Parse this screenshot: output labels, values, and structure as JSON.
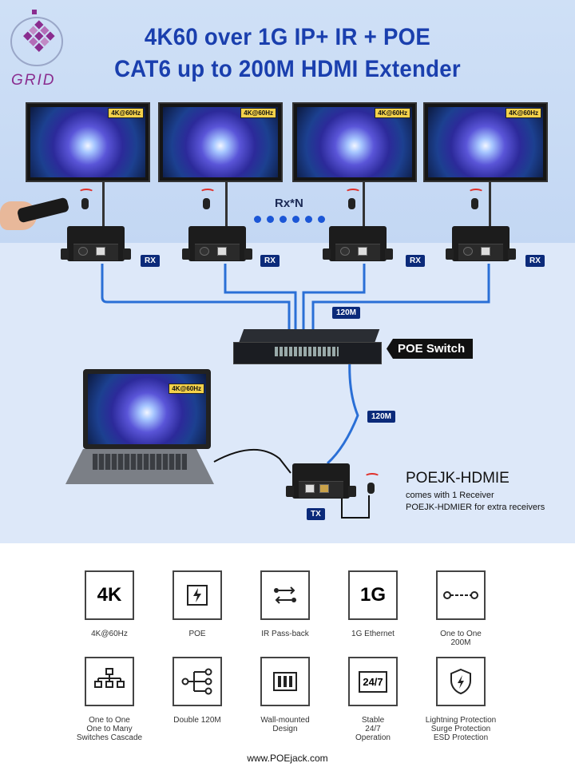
{
  "logo": {
    "text": "GRID"
  },
  "title": {
    "line1": "4K60 over 1G IP+ IR + POE",
    "line2": "CAT6 up to 200M HDMI Extender"
  },
  "screen_badge": "4K@60Hz",
  "rx_label": "Rx*N",
  "rx_tag": "RX",
  "tx_tag": "TX",
  "switch_label": "POE Switch",
  "link_labels": {
    "upper": "120M",
    "lower": "120M"
  },
  "product": {
    "name": "POEJK-HDMIE",
    "line1": "comes with 1 Receiver",
    "line2": "POEJK-HDMIER for extra receivers"
  },
  "features": [
    {
      "icon": "4k-icon",
      "icon_text": "4K",
      "label": "4K@60Hz"
    },
    {
      "icon": "poe-icon",
      "icon_text": "",
      "label": "POE"
    },
    {
      "icon": "ir-passback-icon",
      "icon_text": "",
      "label": "IR Pass-back"
    },
    {
      "icon": "gigabit-icon",
      "icon_text": "1G",
      "label": "1G Ethernet"
    },
    {
      "icon": "one-to-one-icon",
      "icon_text": "",
      "label": "One to One\n200M"
    },
    {
      "icon": "cascade-icon",
      "icon_text": "",
      "label": "One to One\nOne to Many\nSwitches Cascade"
    },
    {
      "icon": "double-120m-icon",
      "icon_text": "",
      "label": "Double 120M"
    },
    {
      "icon": "wall-mount-icon",
      "icon_text": "",
      "label": "Wall-mounted\nDesign"
    },
    {
      "icon": "stable-247-icon",
      "icon_text": "24/7",
      "label": "Stable\n24/7\nOperation"
    },
    {
      "icon": "shield-bolt-icon",
      "icon_text": "",
      "label": "Lightning Protection\nSurge Protection\nESD Protection"
    }
  ],
  "footer": {
    "url": "www.POEjack.com"
  }
}
